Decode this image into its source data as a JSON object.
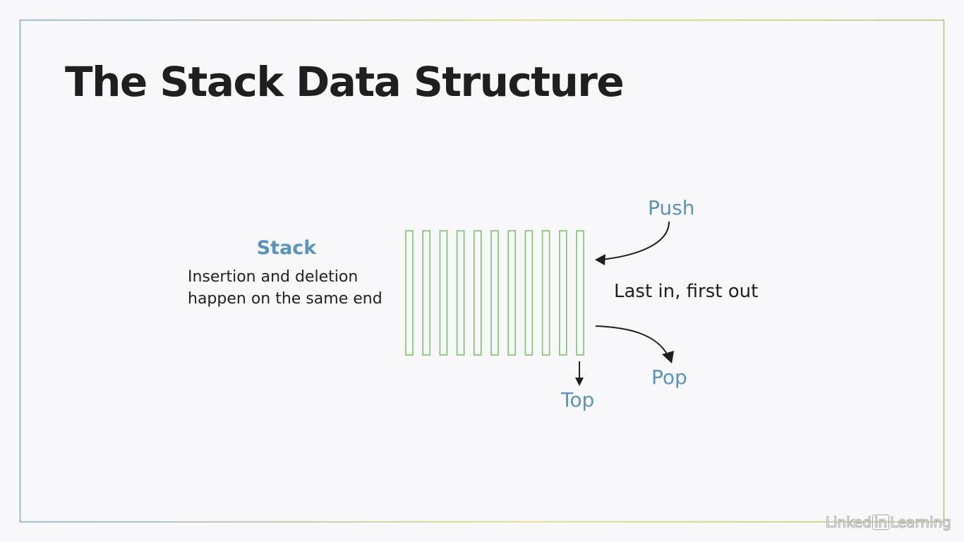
{
  "title": "The Stack Data Structure",
  "stack": {
    "heading": "Stack",
    "description_line1": "Insertion and deletion",
    "description_line2": "happen on the same end",
    "cell_count": 11
  },
  "labels": {
    "push": "Push",
    "pop": "Pop",
    "top": "Top",
    "lifo": "Last in, first out"
  },
  "watermark": {
    "part1": "Linked",
    "part2": "in",
    "part3": "Learning"
  },
  "colors": {
    "accent_blue": "#5a93bb",
    "stack_green": "#7cc46a",
    "frame_left": "#7fb0c4",
    "frame_right": "#a8cc84",
    "frame_top_mid": "#e3d57a",
    "text_dark": "#1f1f1f"
  }
}
